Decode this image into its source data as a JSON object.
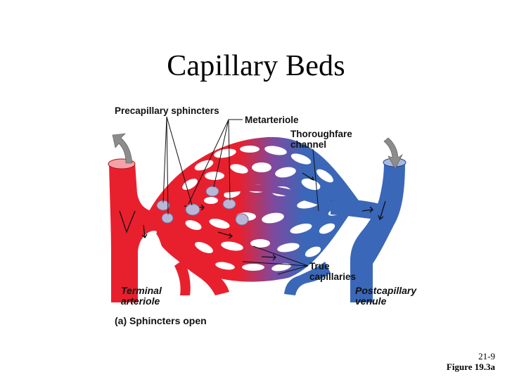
{
  "slide": {
    "title": "Capillary Beds",
    "page_number": "21-9",
    "figure_ref": "Figure 19.3a"
  },
  "diagram": {
    "caption": "(a)  Sphincters open",
    "labels": {
      "precapillary_sphincters": "Precapillary sphincters",
      "metarteriole": "Metarteriole",
      "thoroughfare_line1": "Thoroughfare",
      "thoroughfare_line2": "channel",
      "true_cap_line1": "True",
      "true_cap_line2": "capillaries",
      "terminal_line1": "Terminal",
      "terminal_line2": "arteriole",
      "postcap_line1": "Postcapillary",
      "postcap_line2": "venule"
    },
    "colors": {
      "arterial": "#e8202e",
      "venous": "#3a67b8",
      "sphincter": "#b9b6d6"
    }
  }
}
